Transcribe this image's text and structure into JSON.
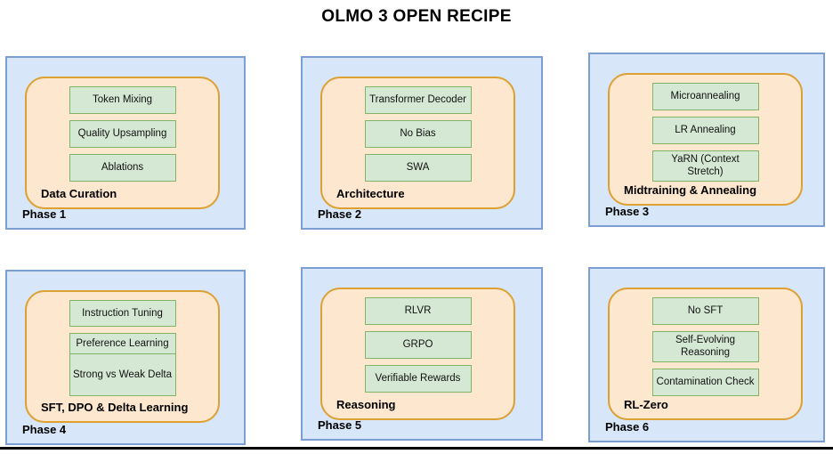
{
  "title": "OLMO 3 OPEN RECIPE",
  "phases": [
    {
      "phase_label": "Phase 1",
      "group_label": "Data Curation",
      "items": [
        "Token Mixing",
        "Quality Upsampling",
        "Ablations"
      ]
    },
    {
      "phase_label": "Phase 2",
      "group_label": "Architecture",
      "items": [
        "Transformer Decoder",
        "No Bias",
        "SWA"
      ]
    },
    {
      "phase_label": "Phase 3",
      "group_label": "Midtraining & Annealing",
      "items": [
        "Microannealing",
        "LR Annealing",
        "YaRN (Context Stretch)"
      ]
    },
    {
      "phase_label": "Phase 4",
      "group_label": "SFT, DPO & Delta Learning",
      "items": [
        "Instruction Tuning",
        "Preference Learning",
        "Strong vs Weak Delta"
      ]
    },
    {
      "phase_label": "Phase 5",
      "group_label": "Reasoning",
      "items": [
        "RLVR",
        "GRPO",
        "Verifiable Rewards"
      ]
    },
    {
      "phase_label": "Phase 6",
      "group_label": "RL-Zero",
      "items": [
        "No SFT",
        "Self-Evolving Reasoning",
        "Contamination Check"
      ]
    }
  ],
  "colors": {
    "phase_fill": "#d7e6f8",
    "phase_stroke": "#7d9ed3",
    "group_fill": "#fde7ce",
    "group_stroke": "#dda033",
    "node_fill": "#d5e8d4",
    "node_stroke": "#82b366",
    "title_text": "#000000",
    "bottom_rule": "#000000"
  }
}
